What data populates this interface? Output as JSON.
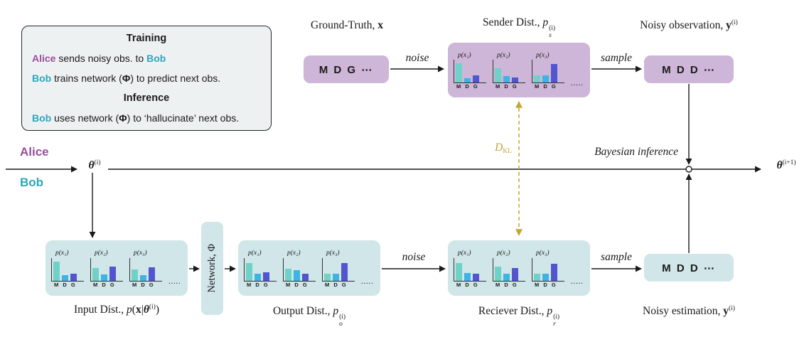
{
  "colors": {
    "purple_box": "#cdb6d7",
    "teal_box": "#d0e6e8",
    "alice": "#9a4d9e",
    "bob": "#2ca7bb",
    "gold": "#c3a435",
    "ink": "#1a1a1a",
    "legend_bg": "#eef1f2",
    "bar_colors": [
      "#6fd2c8",
      "#3db3e6",
      "#5156cf"
    ]
  },
  "legend": {
    "training_title": "Training",
    "inference_title": "Inference",
    "train_line": {
      "alice": "Alice",
      "mid": " sends noisy obs. to ",
      "bob": "Bob"
    },
    "network_line": {
      "bob": "Bob",
      "pre": " trains network (",
      "phi": "Φ",
      "post": ") to predict next obs."
    },
    "inference_line": {
      "bob": "Bob",
      "pre": " uses network (",
      "phi": "Φ",
      "post": ") to ‘hallucinate’ next obs."
    }
  },
  "top": {
    "ground_truth_label": {
      "prefix": "Ground-Truth, ",
      "var": "x"
    },
    "ground_truth_tokens": "M D G ⋯",
    "noise": "noise",
    "sender_label": {
      "prefix": "Sender Dist., ",
      "var": "p",
      "sub": "s",
      "sup": "(i)"
    },
    "sample": "sample",
    "noisy_obs_label": {
      "prefix": "Noisy observation, ",
      "var": "y",
      "sup": "(i)"
    },
    "noisy_obs_tokens": "M D D ⋯"
  },
  "middle": {
    "alice": "Alice",
    "bob": "Bob",
    "theta_i": {
      "var": "θ",
      "sup": "(i)"
    },
    "theta_next": {
      "var": "θ",
      "sup": "(i+1)"
    },
    "dkl": {
      "var": "D",
      "sub": "KL"
    },
    "bayesian": "Bayesian inference"
  },
  "bottom": {
    "input_label": {
      "prefix": "Input Dist., ",
      "p": "p",
      "open": "(",
      "x": "x",
      "bar": "|",
      "theta": "θ",
      "sup": "(i)",
      "close": ")"
    },
    "network_label": "Network, Φ",
    "output_label": {
      "prefix": "Output Dist., ",
      "var": "p",
      "sub": "o",
      "sup": "(i)"
    },
    "noise": "noise",
    "receiver_label": {
      "prefix": "Reciever Dist., ",
      "var": "p",
      "sub": "r",
      "sup": "(i)"
    },
    "sample": "sample",
    "noisy_est_label": {
      "prefix": "Noisy estimation, ",
      "var": "y",
      "sup": "(i)"
    },
    "noisy_est_tokens": "M D D ⋯"
  },
  "dist": {
    "titles": [
      "p(x₁)",
      "p(x₂)",
      "p(x₃)"
    ],
    "xaxis": "M D G",
    "dots": ".....",
    "sender": [
      [
        0.85,
        0.2,
        0.3
      ],
      [
        0.62,
        0.28,
        0.22
      ],
      [
        0.3,
        0.32,
        0.8
      ]
    ],
    "input": [
      [
        0.82,
        0.22,
        0.3
      ],
      [
        0.55,
        0.28,
        0.62
      ],
      [
        0.5,
        0.25,
        0.58
      ]
    ],
    "output": [
      [
        0.78,
        0.3,
        0.36
      ],
      [
        0.52,
        0.46,
        0.3
      ],
      [
        0.3,
        0.3,
        0.78
      ]
    ],
    "receiver": [
      [
        0.76,
        0.34,
        0.3
      ],
      [
        0.6,
        0.3,
        0.55
      ],
      [
        0.3,
        0.3,
        0.74
      ]
    ]
  }
}
